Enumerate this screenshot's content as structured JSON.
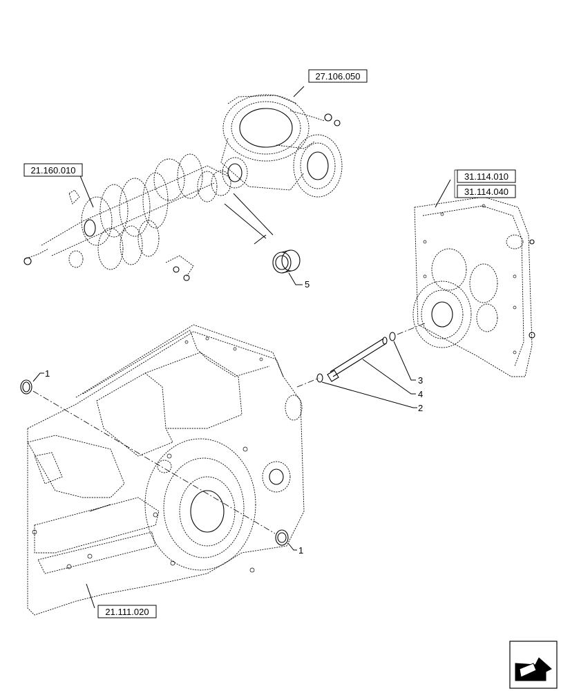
{
  "references": {
    "differential": "27.106.050",
    "gearbox": "21.160.010",
    "pto_top": "31.114.010",
    "pto_bottom": "31.114.040",
    "housing": "21.111.020"
  },
  "callouts": {
    "item1_top": "1",
    "item1_bottom": "1",
    "item2": "2",
    "item3": "3",
    "item4": "4",
    "item5": "5"
  },
  "icons": {
    "corner": "navigation-arrow-icon"
  }
}
